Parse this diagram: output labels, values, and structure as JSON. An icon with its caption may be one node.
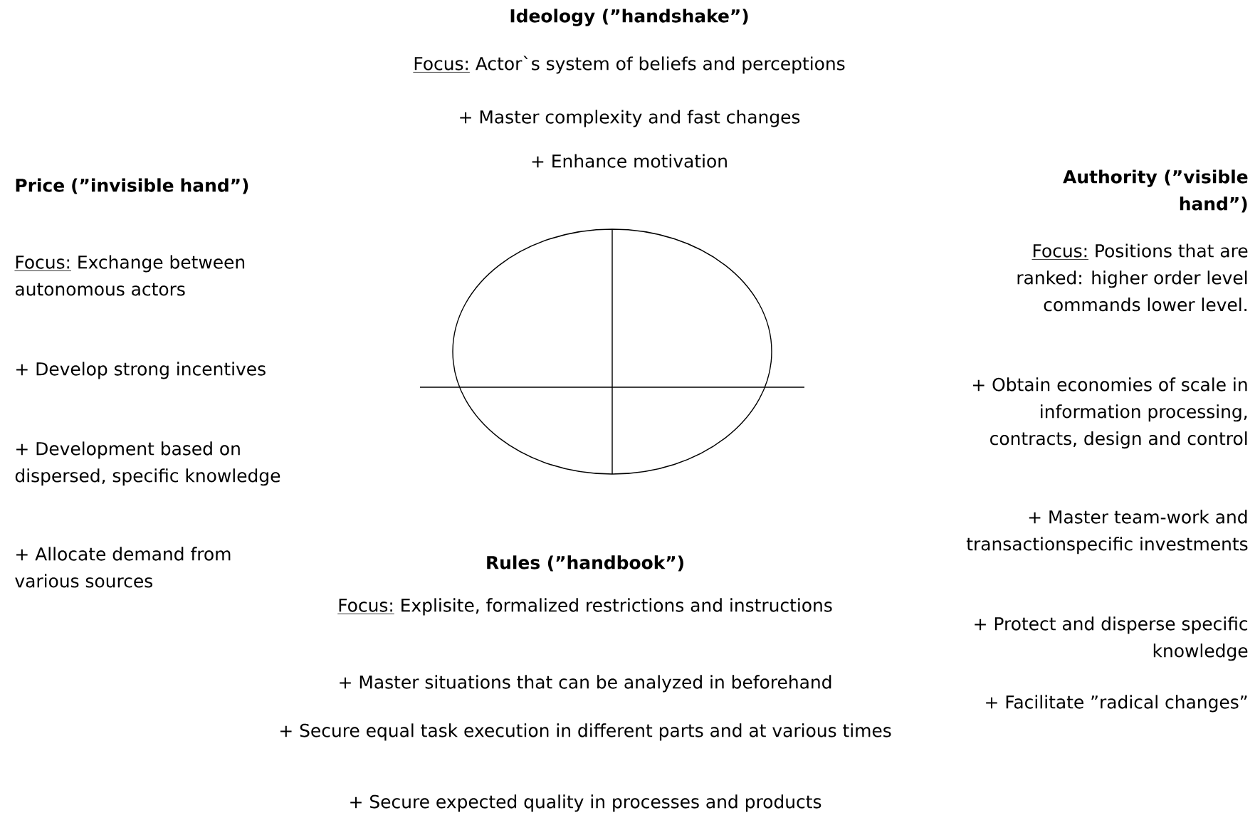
{
  "diagram": {
    "labels": [
      "Ideology (”handshake”)",
      "Focus:",
      "Actor`s system of beliefs and perceptions",
      "+ Master complexity and fast changes",
      "+ Enhance motivation",
      "Price (”invisible hand”)",
      "Focus:",
      "Exchange between autonomous actors",
      "+ Develop strong incentives",
      "+ Development based on dispersed, specific knowledge",
      "+ Allocate demand from various sources",
      "Authority (”visible hand”)",
      "Focus:",
      "Positions that are ranked: higher order level commands lower level.",
      "+ Obtain economies of scale in information processing, contracts, design and control",
      "+ Master team-work and transactionspecific investments",
      "+ Protect and disperse specific knowledge",
      "+ Facilitate ”radical changes”",
      "Rules (”handbook”)",
      "Focus:",
      "Explisite, formalized restrictions and instructions",
      "+ Master situations that can be analyzed in beforehand",
      "+ Secure equal task execution in different parts and at various times",
      "+ Secure expected quality in processes and products"
    ]
  }
}
